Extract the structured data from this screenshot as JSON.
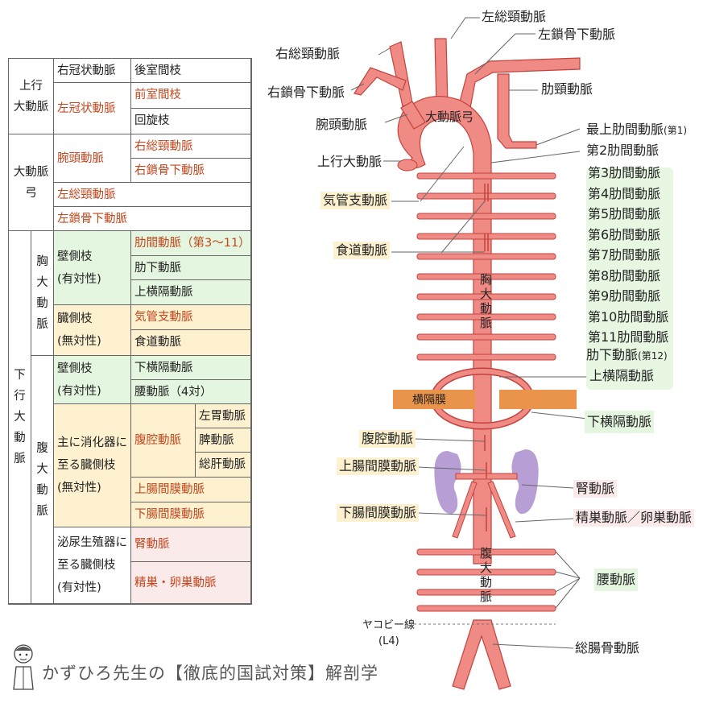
{
  "table": {
    "ascending": {
      "label": "上行\n大動脈",
      "coronary_right": "右冠状動脈",
      "coronary_left": "左冠状動脈",
      "posterior_interventricular": "後室間枝",
      "anterior_interventricular": "前室間枝",
      "circumflex": "回旋枝"
    },
    "arch": {
      "label": "大動脈\n弓",
      "brachiocephalic": "腕頭動脈",
      "right_common_carotid": "右総頸動脈",
      "right_subclavian": "右鎖骨下動脈",
      "left_common_carotid": "左総頸動脈",
      "left_subclavian": "左鎖骨下動脈"
    },
    "descending": {
      "label": "下\n行\n大\n動\n脈",
      "thoracic": {
        "label": "胸\n大\n動\n脈",
        "parietal": "壁側枝\n(有対性)",
        "intercostal": "肋間動脈（第3～11）",
        "subcostal": "肋下動脈",
        "superior_phrenic": "上横隔動脈",
        "visceral": "臓側枝\n(無対性)",
        "bronchial": "気管支動脈",
        "esophageal": "食道動脈"
      },
      "abdominal": {
        "label": "腹\n大\n動\n脈",
        "parietal": "壁側枝\n(有対性)",
        "inferior_phrenic": "下横隔動脈",
        "lumbar": "腰動脈（4対）",
        "digestive": "主に消化器に\n至る臓側枝\n(無対性)",
        "celiac": "腹腔動脈",
        "left_gastric": "左胃動脈",
        "splenic": "脾動脈",
        "common_hepatic": "総肝動脈",
        "sma": "上腸間膜動脈",
        "ima": "下腸間膜動脈",
        "urogenital": "泌尿生殖器に\n至る臓側枝\n(有対性)",
        "renal": "腎動脈",
        "gonadal": "精巣・卵巣動脈"
      }
    }
  },
  "diagram": {
    "left_common_carotid": "左総頸動脈",
    "left_subclavian": "左鎖骨下動脈",
    "right_common_carotid": "右総頸動脈",
    "right_subclavian": "右鎖骨下動脈",
    "brachiocephalic": "腕頭動脈",
    "aortic_arch": "大動脈弓",
    "ascending_aorta": "上行大動脈",
    "costocervical": "肋頸動脈",
    "supreme_intercostal": "最上肋間動脈",
    "supreme_intercostal_note": "(第1)",
    "second_intercostal": "第2肋間動脈",
    "intercostals": [
      "第3肋間動脈",
      "第4肋間動脈",
      "第5肋間動脈",
      "第6肋間動脈",
      "第7肋間動脈",
      "第8肋間動脈",
      "第9肋間動脈",
      "第10肋間動脈",
      "第11肋間動脈"
    ],
    "subcostal": "肋下動脈",
    "subcostal_note": "(第12)",
    "superior_phrenic": "上横隔動脈",
    "bronchial": "気管支動脈",
    "esophageal": "食道動脈",
    "thoracic_aorta": "胸\n大\n動\n脈",
    "diaphragm": "横隔膜",
    "inferior_phrenic": "下横隔動脈",
    "celiac": "腹腔動脈",
    "sma": "上腸間膜動脈",
    "renal": "腎動脈",
    "ima": "下腸間膜動脈",
    "gonadal": "精巣動脈／卵巣動脈",
    "abdominal_aorta": "腹\n大\n動\n脈",
    "lumbar": "腰動脈",
    "jacoby_line": "ヤコビー線",
    "jacoby_level": "(L4)",
    "common_iliac": "総腸骨動脈"
  },
  "footer": "かずひろ先生の【徹底的国試対策】解剖学",
  "colors": {
    "artery": "#f08a85",
    "artery_stroke": "#c2423c",
    "kidney": "#b79fd6",
    "diaphragm": "#e9944a",
    "red_text": "#c4461d"
  }
}
